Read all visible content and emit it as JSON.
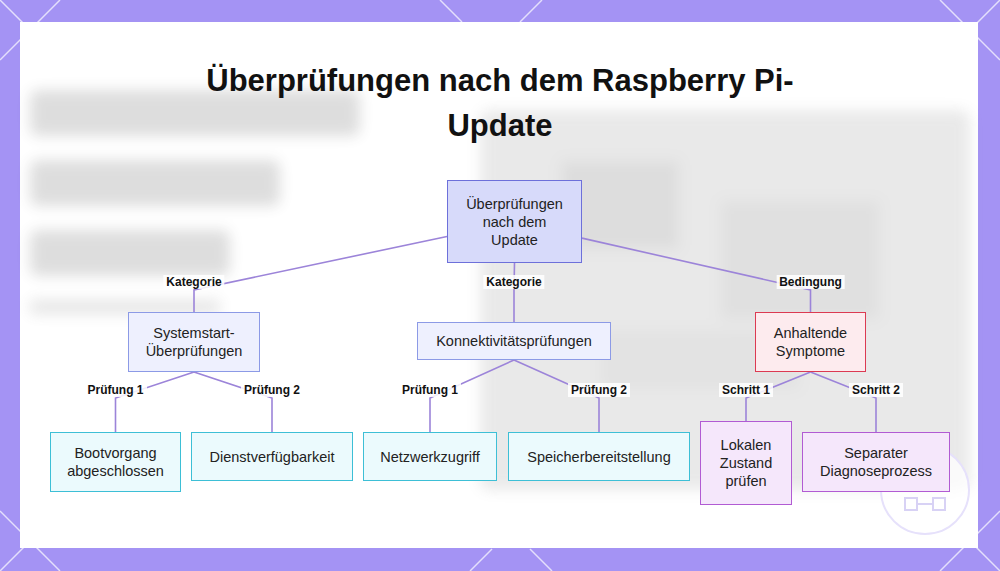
{
  "diagram": {
    "title": "Überprüfungen nach dem Raspberry Pi-Update",
    "nodes": [
      {
        "text": [
          "Überprüfungen nach dem Update"
        ]
      },
      {
        "text": [
          "Systemstart-Überprüfungen"
        ]
      },
      {
        "text": [
          "Konnektivitätsprüfungen"
        ]
      },
      {
        "text": [
          "Anhaltende Symptome"
        ]
      },
      {
        "text": [
          "Bootvorgang abgeschlossen"
        ]
      },
      {
        "text": [
          "Dienstverfügbarkeit"
        ]
      },
      {
        "text": [
          "Netzwerkzugriff"
        ]
      },
      {
        "text": [
          "Speicherbereitstellung"
        ]
      },
      {
        "text": [
          "Lokalen Zustand prüfen"
        ]
      },
      {
        "text": [
          "Separater Diagnoseprozess"
        ]
      }
    ],
    "edges": [
      {
        "from": 0,
        "to": 1,
        "label": "Kategorie",
        "arrow": "none"
      },
      {
        "from": 0,
        "to": 2,
        "label": "Kategorie",
        "arrow": "none"
      },
      {
        "from": 0,
        "to": 3,
        "label": "Bedingung",
        "arrow": "none"
      },
      {
        "from": 1,
        "to": 4,
        "label": "Prüfung 1",
        "arrow": "none"
      },
      {
        "from": 1,
        "to": 5,
        "label": "Prüfung 2",
        "arrow": "none"
      },
      {
        "from": 2,
        "to": 6,
        "label": "Prüfung 1",
        "arrow": "none"
      },
      {
        "from": 2,
        "to": 7,
        "label": "Prüfung 2",
        "arrow": "none"
      },
      {
        "from": 3,
        "to": 8,
        "label": "Schritt 1",
        "arrow": "none"
      },
      {
        "from": 3,
        "to": 9,
        "label": "Schritt 2",
        "arrow": "none"
      }
    ]
  }
}
